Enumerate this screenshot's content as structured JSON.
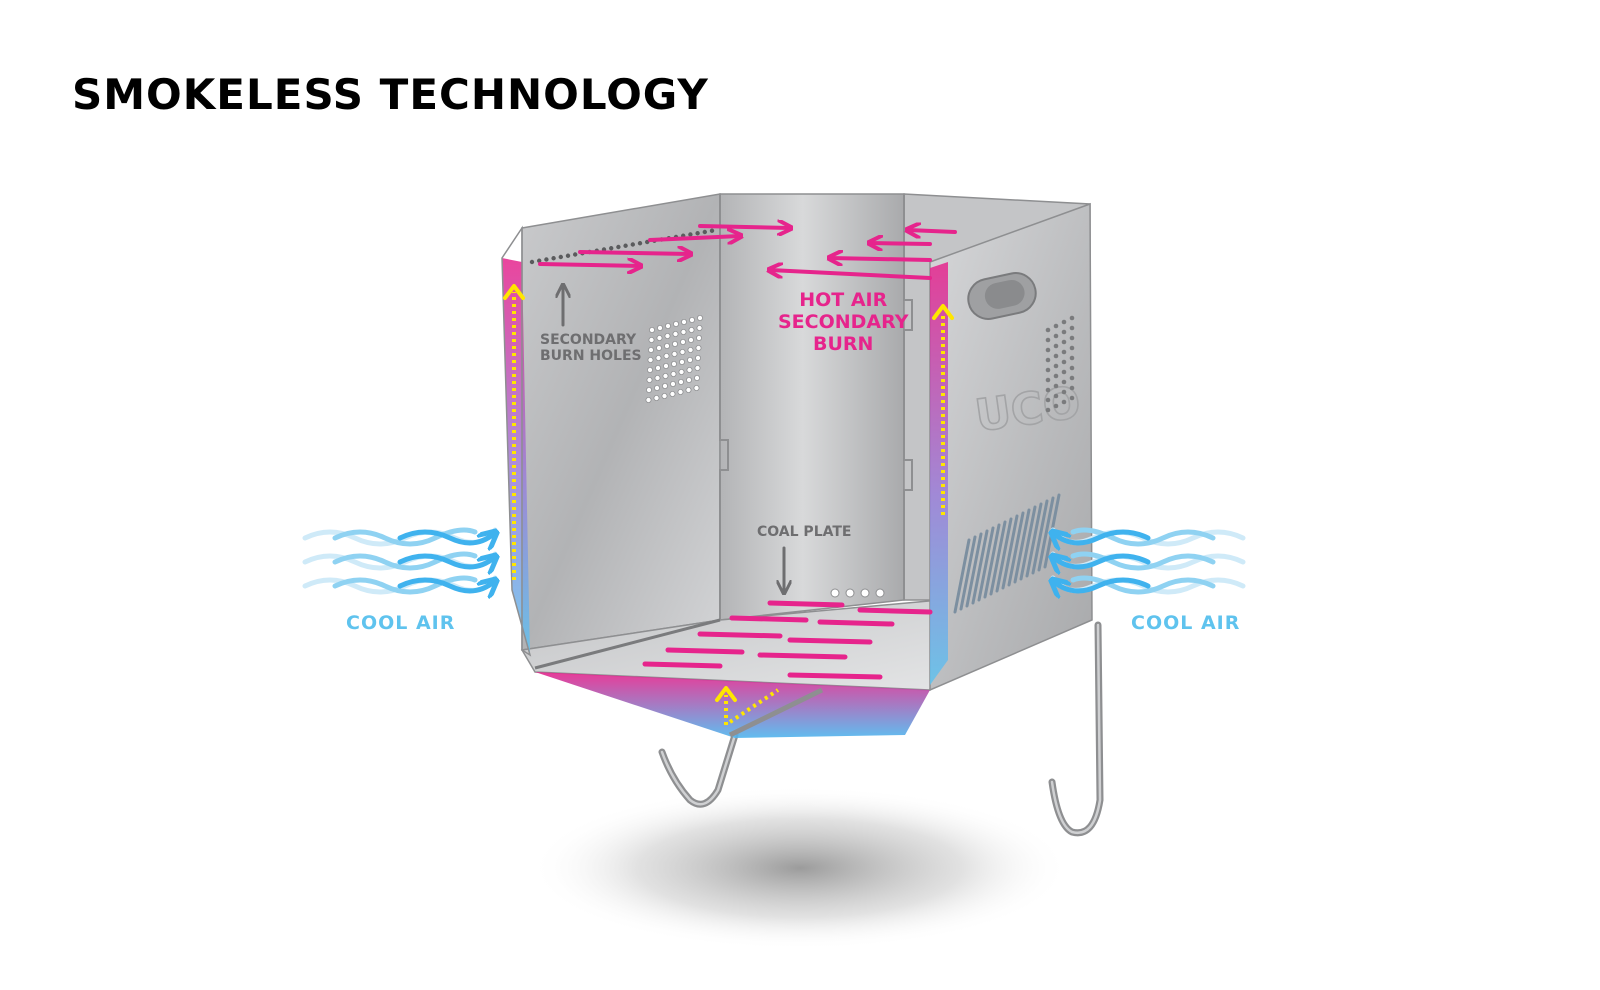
{
  "title": "SMOKELESS TECHNOLOGY",
  "labels": {
    "secondary_burn_holes": [
      "SECONDARY",
      "BURN HOLES"
    ],
    "hot_air_secondary_burn": [
      "HOT AIR",
      "SECONDARY",
      "BURN"
    ],
    "coal_plate": "COAL PLATE",
    "cool_air_left": "COOL AIR",
    "cool_air_right": "COOL AIR"
  },
  "colors": {
    "hot_air": "#e6248c",
    "cool_air": "#5fc3ee",
    "flow_arrow": "#ffe600",
    "steel": "#b8b9bb",
    "label_gray": "#6e6e70"
  },
  "icons": {
    "logo": "uco-logo"
  }
}
